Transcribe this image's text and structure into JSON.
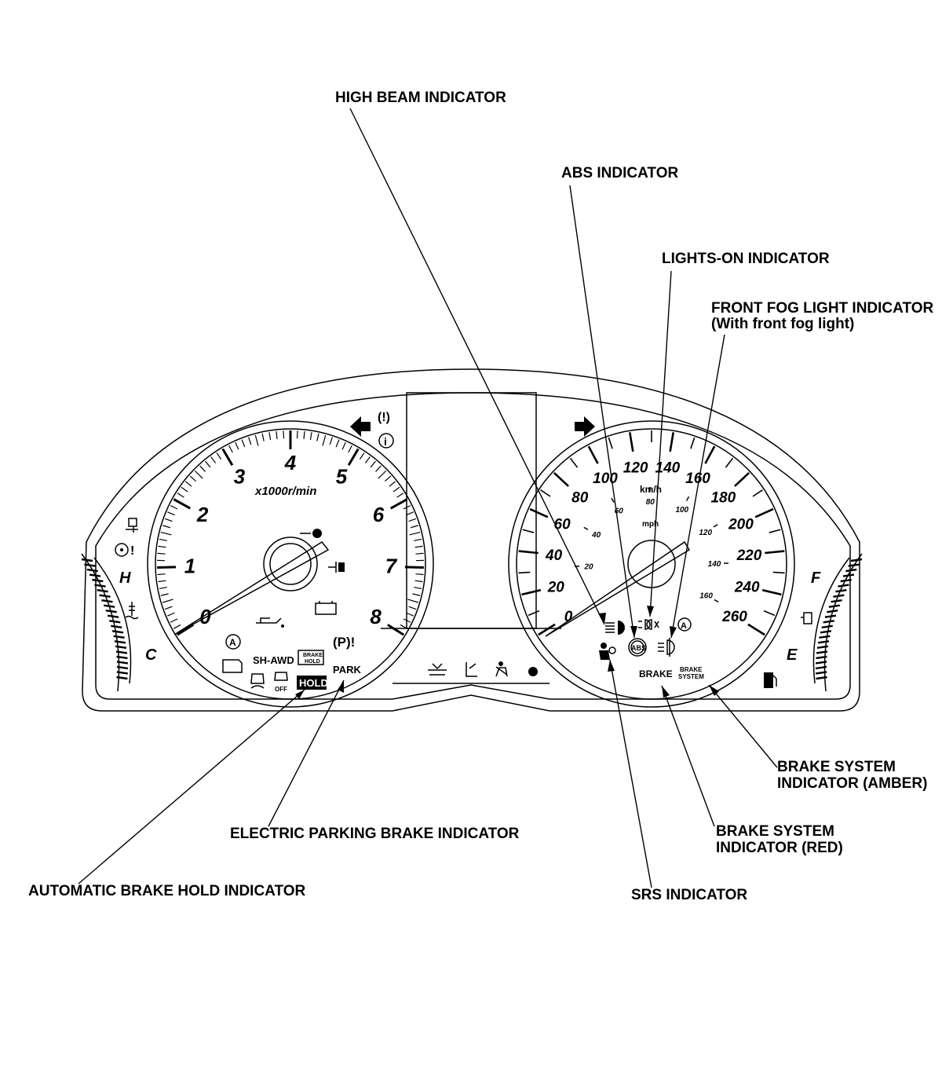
{
  "callouts": {
    "high_beam": "HIGH BEAM INDICATOR",
    "abs": "ABS INDICATOR",
    "lights_on": "LIGHTS-ON INDICATOR",
    "front_fog_1": "FRONT FOG LIGHT INDICATOR",
    "front_fog_2": "(With front fog light)",
    "brake_amber_1": "BRAKE SYSTEM",
    "brake_amber_2": "INDICATOR (AMBER)",
    "brake_red_1": "BRAKE SYSTEM",
    "brake_red_2": "INDICATOR (RED)",
    "srs": "SRS INDICATOR",
    "epb": "ELECTRIC PARKING BRAKE INDICATOR",
    "auto_hold": "AUTOMATIC BRAKE HOLD INDICATOR"
  },
  "tachometer": {
    "numbers": [
      "0",
      "1",
      "2",
      "3",
      "4",
      "5",
      "6",
      "7",
      "8"
    ],
    "unit": "x1000r/min"
  },
  "speedometer": {
    "kmh_numbers": [
      "0",
      "20",
      "40",
      "60",
      "80",
      "100",
      "120",
      "140",
      "160",
      "180",
      "200",
      "220",
      "240",
      "260"
    ],
    "mph_numbers": [
      "20",
      "40",
      "60",
      "80",
      "100",
      "120",
      "140",
      "160"
    ],
    "unit_kmh": "km/h",
    "unit_mph": "mph"
  },
  "gauges": {
    "temp_hot": "H",
    "temp_cold": "C",
    "fuel_full": "F",
    "fuel_empty": "E"
  },
  "indicator_text": {
    "sh_awd": "SH-AWD",
    "brake_hold_1": "BRAKE",
    "brake_hold_2": "HOLD",
    "hold": "HOLD",
    "park": "PARK",
    "off": "OFF",
    "brake": "BRAKE",
    "brake_system_1": "BRAKE",
    "brake_system_2": "SYSTEM",
    "abs": "ABS",
    "auto_a": "A",
    "info_i": "i",
    "tpms": "(!)",
    "epb_p": "(P)!"
  }
}
